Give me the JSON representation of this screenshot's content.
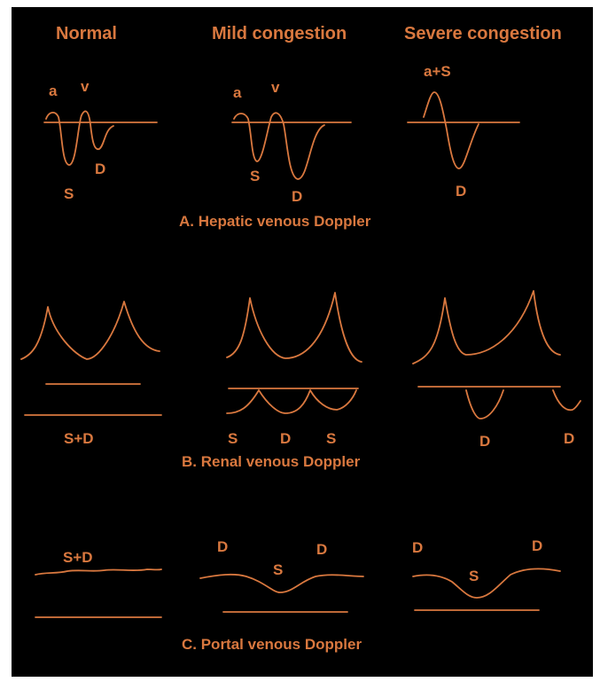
{
  "colors": {
    "background": "#000000",
    "stroke": "#d9783f"
  },
  "columns": {
    "normal": "Normal",
    "mild": "Mild congestion",
    "severe": "Severe congestion"
  },
  "sections": {
    "hepatic": {
      "title": "A. Hepatic venous Doppler",
      "normal": {
        "a": "a",
        "v": "v",
        "s": "S",
        "d": "D"
      },
      "mild": {
        "a": "a",
        "v": "v",
        "s": "S",
        "d": "D"
      },
      "severe": {
        "as": "a+S",
        "d": "D"
      }
    },
    "renal": {
      "title": "B. Renal venous Doppler",
      "normal": {
        "sd": "S+D"
      },
      "mild": {
        "s1": "S",
        "d": "D",
        "s2": "S"
      },
      "severe": {
        "d1": "D",
        "d2": "D"
      }
    },
    "portal": {
      "title": "C. Portal venous Doppler",
      "normal": {
        "sd": "S+D"
      },
      "mild": {
        "d1": "D",
        "s": "S",
        "d2": "D"
      },
      "severe": {
        "d1": "D",
        "s": "S",
        "d2": "D"
      }
    }
  }
}
